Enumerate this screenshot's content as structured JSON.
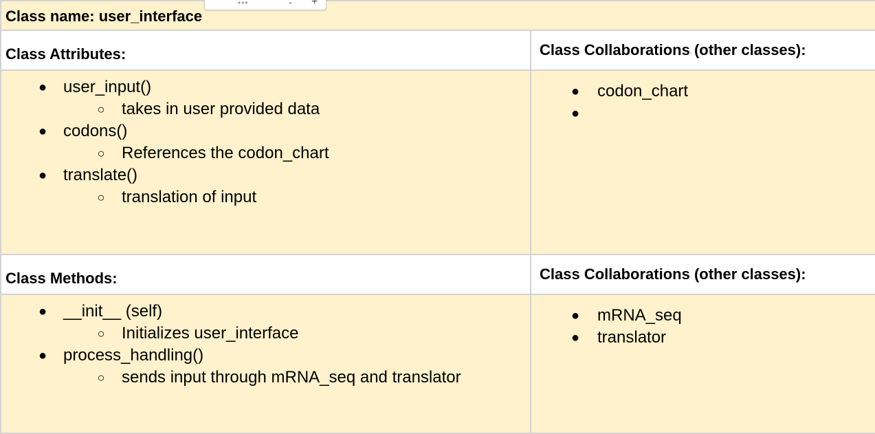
{
  "title": "Class name: user_interface",
  "sections": [
    {
      "left_header": "Class Attributes:",
      "right_header": "Class Collaborations (other classes):",
      "left_items": [
        {
          "label": "user_input()",
          "sub": [
            "takes in user provided data"
          ]
        },
        {
          "label": "codons()",
          "sub": [
            "References the codon_chart"
          ]
        },
        {
          "label": "translate()",
          "sub": [
            "translation of input"
          ]
        }
      ],
      "right_items": [
        "codon_chart",
        ""
      ]
    },
    {
      "left_header": "Class Methods:",
      "right_header": "Class Collaborations (other classes):",
      "left_items": [
        {
          "label": "__init__ (self)",
          "sub": [
            "Initializes user_interface"
          ]
        },
        {
          "label": "process_handling()",
          "sub": [
            "sends input through mRNA_seq and translator"
          ]
        }
      ],
      "right_items": [
        "mRNA_seq",
        "translator"
      ]
    }
  ],
  "bullets": {
    "level1": "●",
    "level2": "○"
  },
  "toolbar": {
    "dots": "•••",
    "minus": "-",
    "plus": "+"
  },
  "colors": {
    "cell_background": "#fff2cc",
    "header_background": "#ffffff",
    "border": "#d3d3d3"
  }
}
